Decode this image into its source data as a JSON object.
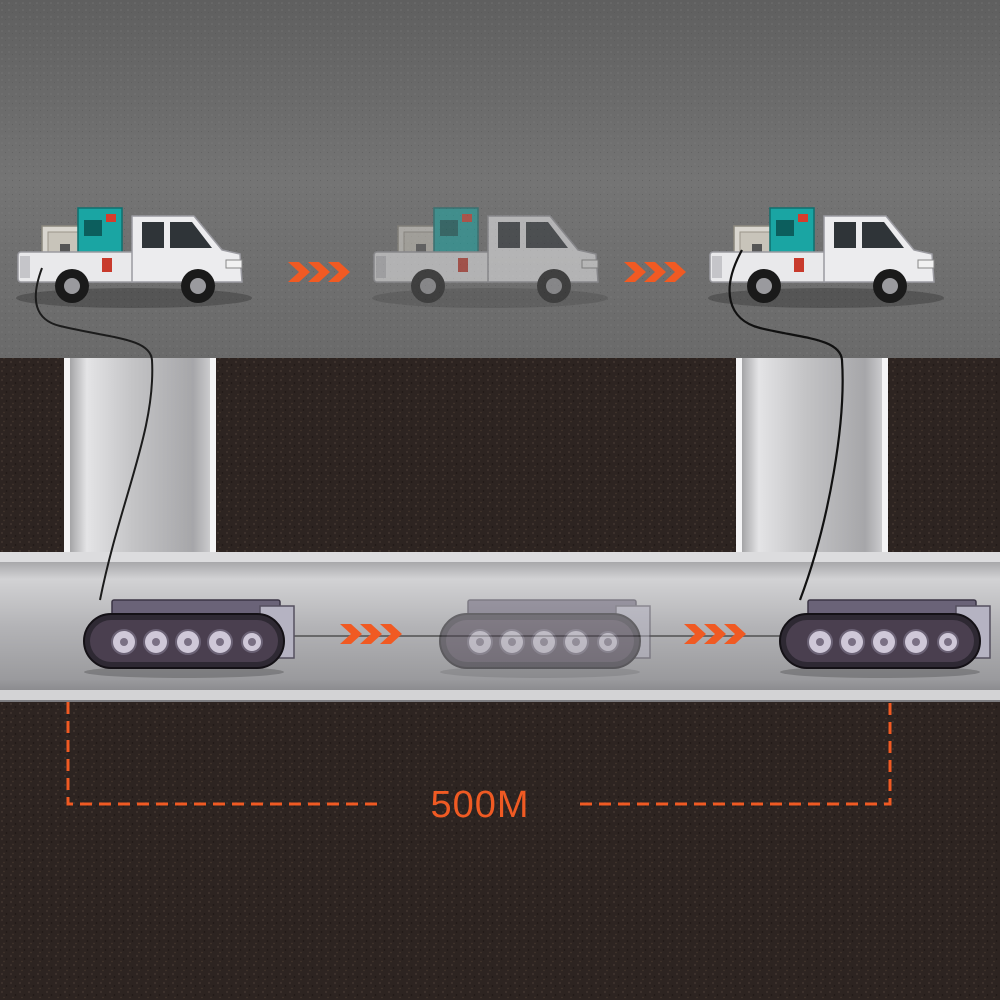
{
  "distance_label": "500M",
  "colors": {
    "accent": "#f05a23",
    "road": "#6b6b6b",
    "soil": "#2e2522",
    "pipe": "#b9b9bb",
    "truck_body": "#e9e9eb",
    "generator": "#1aa5a3",
    "crawler": "#4a3f4f",
    "cable": "#1c1c1c"
  },
  "diagram": {
    "stages": [
      {
        "name": "stage-start",
        "faded": false,
        "cable_connected": true
      },
      {
        "name": "stage-transit",
        "faded": true,
        "cable_connected": false
      },
      {
        "name": "stage-end",
        "faded": false,
        "cable_connected": true
      }
    ],
    "icons": [
      "pickup-truck-icon",
      "crawler-robot-icon",
      "chevron-arrows-icon",
      "cable-reel-icon"
    ]
  }
}
